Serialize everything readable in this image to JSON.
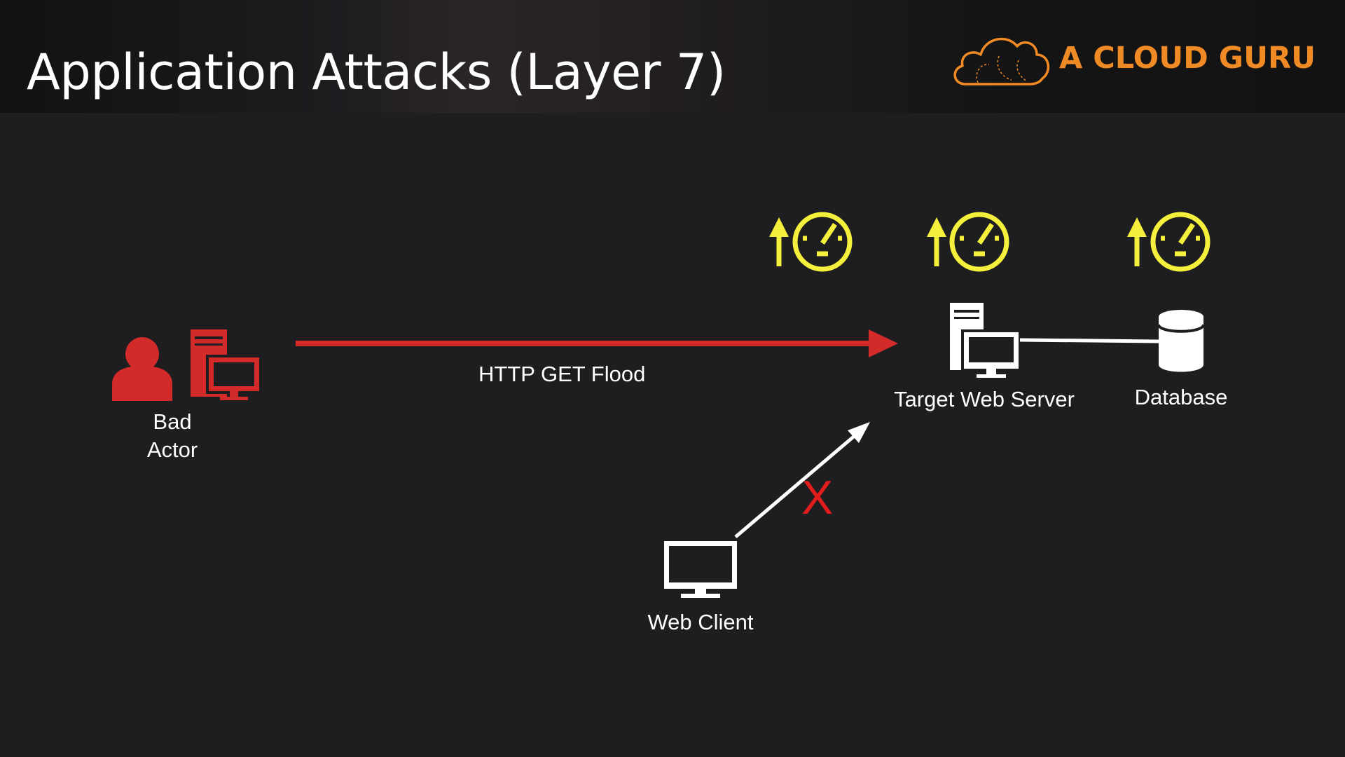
{
  "slide": {
    "title": "Application Attacks (Layer 7)",
    "brand": "A CLOUD GURU"
  },
  "diagram": {
    "nodes": {
      "bad_actor_line1": "Bad",
      "bad_actor_line2": "Actor",
      "target_web_server": "Target Web Server",
      "database": "Database",
      "web_client": "Web Client"
    },
    "edges": {
      "flood_label": "HTTP GET Flood",
      "blocked_mark": "X"
    },
    "load_indicators": [
      "arrow-up-icon",
      "speedometer-icon"
    ]
  },
  "colors": {
    "background": "#1e1d20",
    "attack_red": "#d32a2a",
    "load_yellow": "#f5f03c",
    "brand_orange": "#f08a24",
    "white": "#ffffff"
  }
}
